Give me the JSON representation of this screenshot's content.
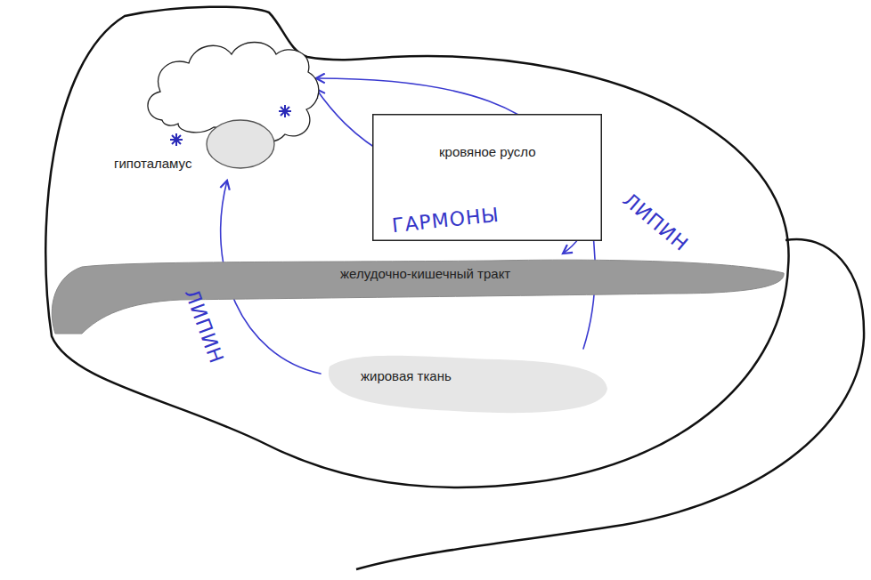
{
  "diagram": {
    "nodes": [
      {
        "text": [
          "гипоталамус"
        ]
      },
      {
        "text": [
          "кровяное русло"
        ]
      },
      {
        "text": [
          "желудочно-кишечный тракт"
        ]
      },
      {
        "text": [
          "жировая ткань"
        ]
      }
    ],
    "edges": [
      {
        "from": 2,
        "to": 0,
        "arrow": "both",
        "label": "ГАРМОНЫ"
      },
      {
        "from": 3,
        "to": 0,
        "arrow": "to",
        "label": "ЛИПИН"
      },
      {
        "from": 3,
        "to": 0,
        "arrow": "to",
        "label": "ЛИПИН"
      }
    ]
  }
}
